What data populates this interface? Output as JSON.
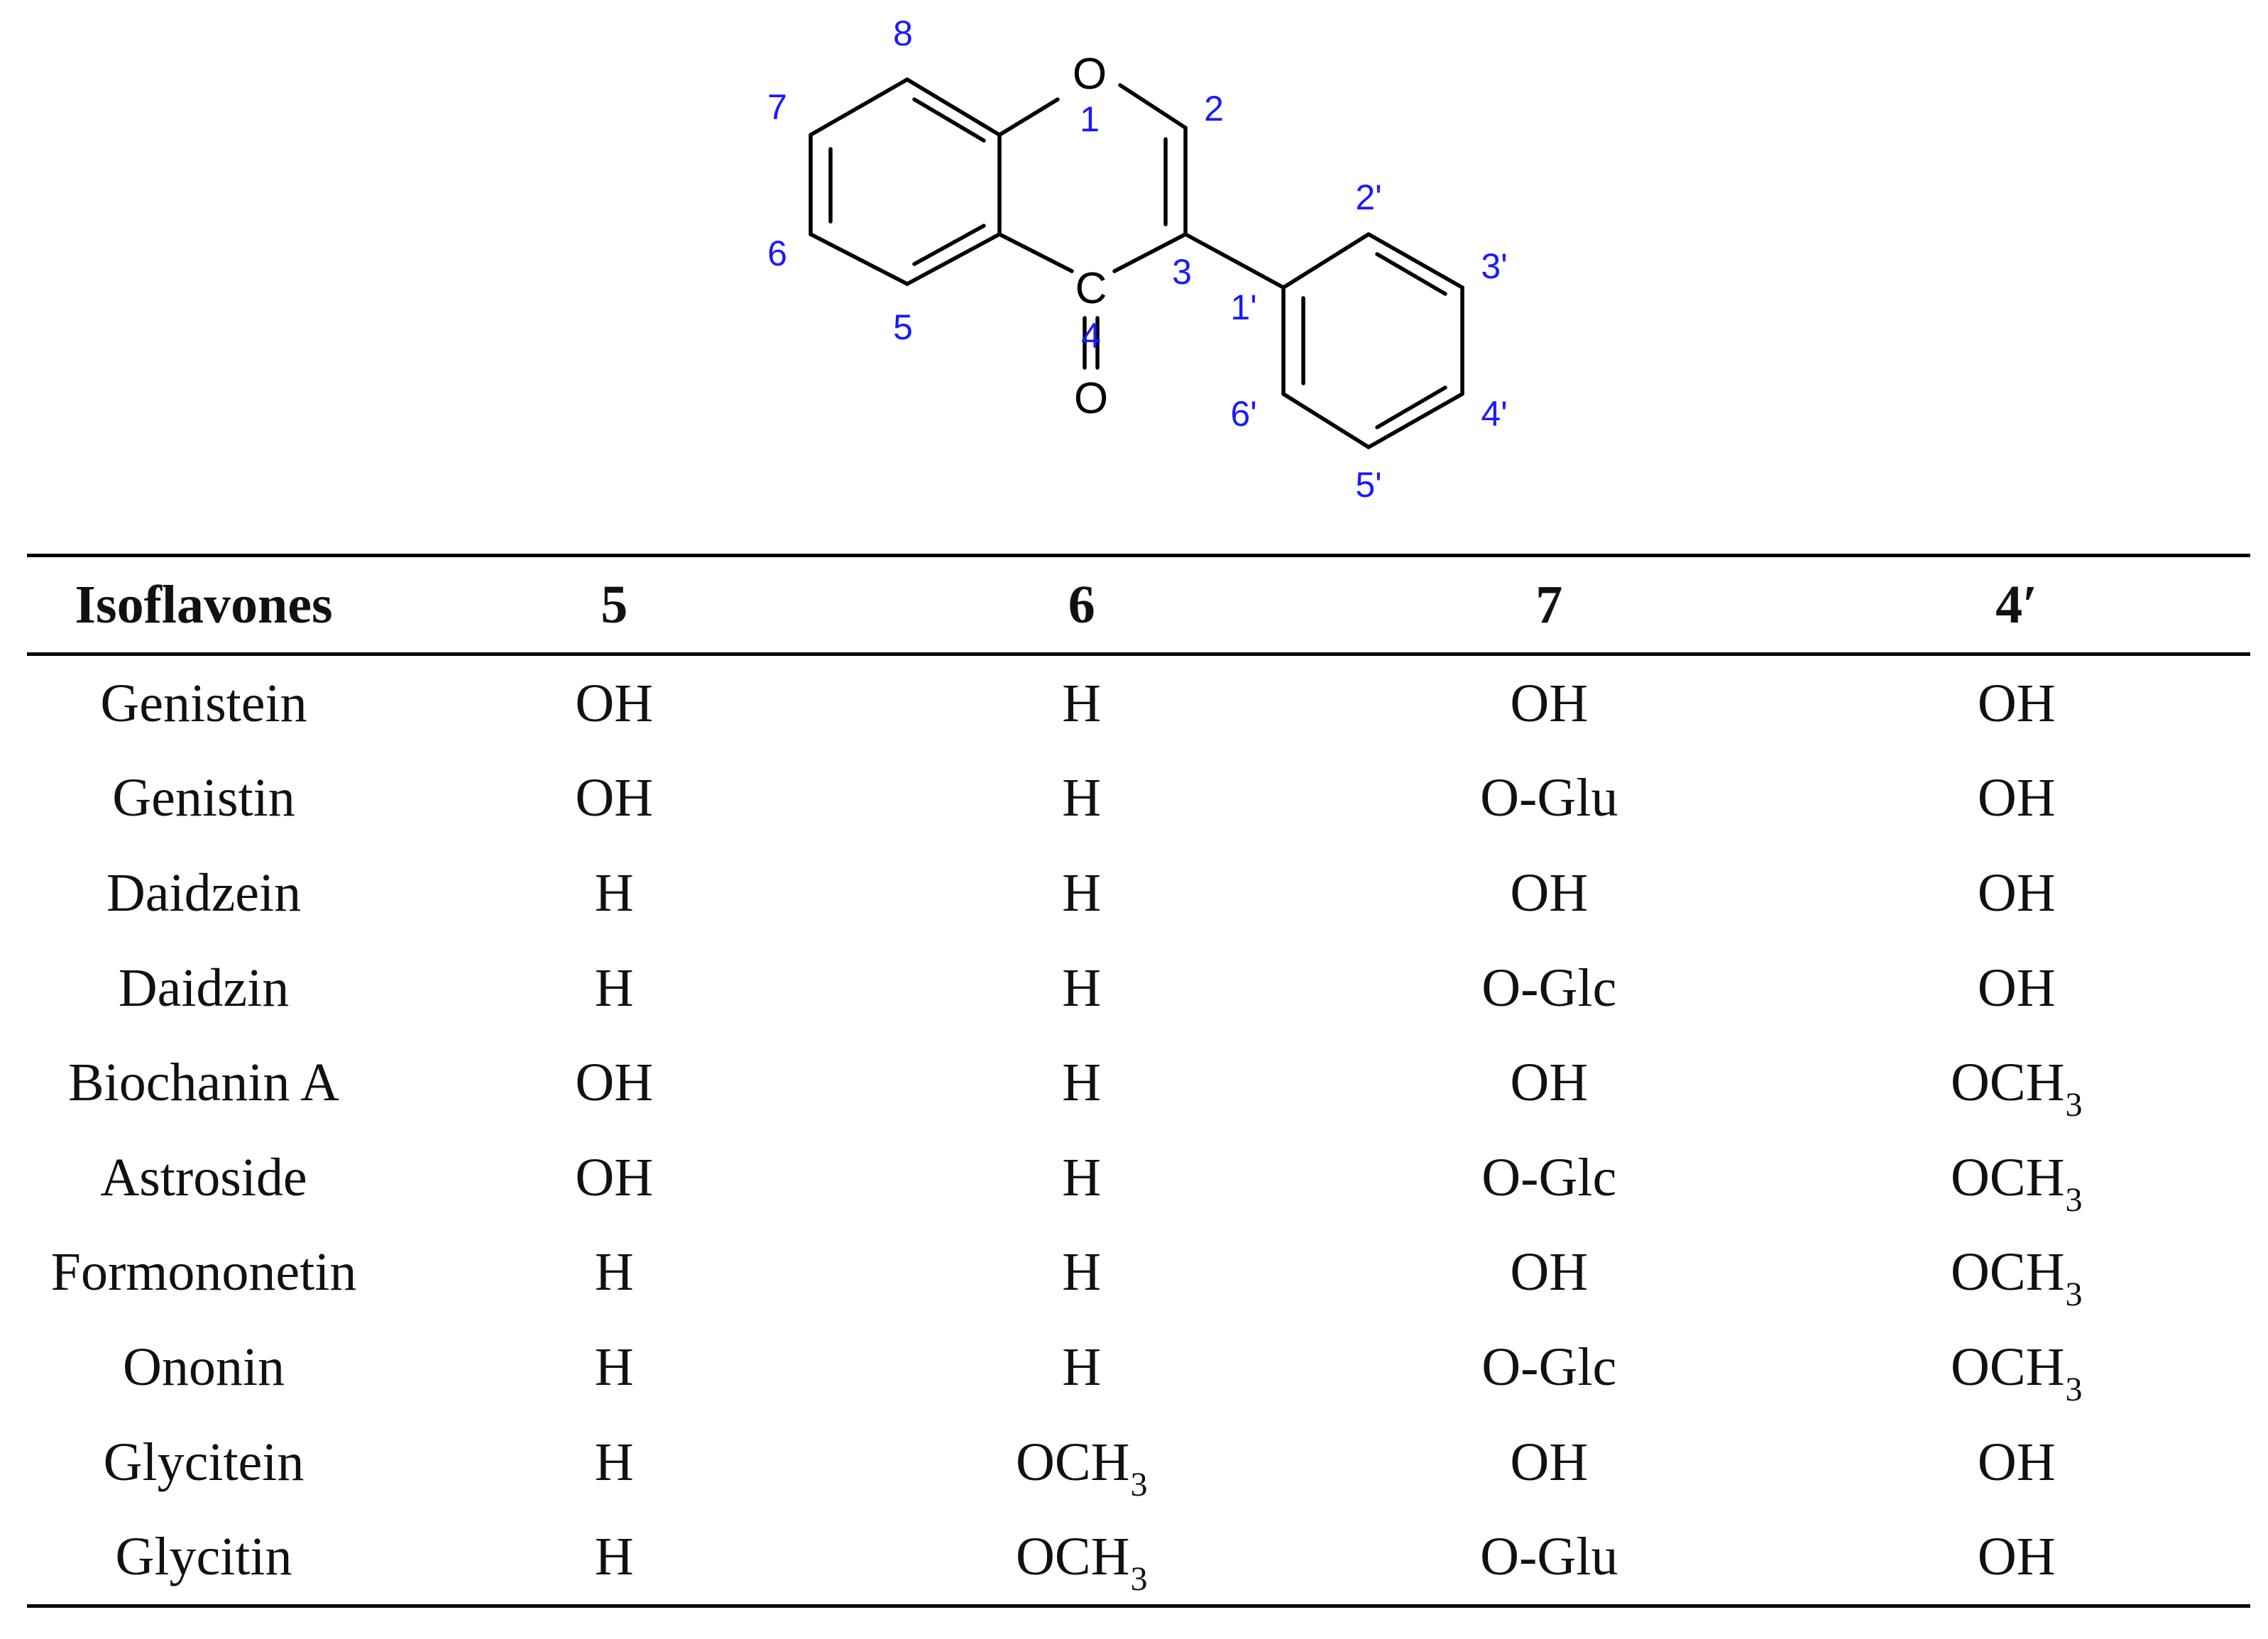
{
  "structure": {
    "atoms": {
      "o1": "O",
      "c4": "C",
      "o4": "O"
    },
    "numbers": {
      "n1": "1",
      "n2": "2",
      "n3": "3",
      "n4": "4",
      "n5": "5",
      "n6": "6",
      "n7": "7",
      "n8": "8",
      "n1p": "1'",
      "n2p": "2'",
      "n3p": "3'",
      "n4p": "4'",
      "n5p": "5'",
      "n6p": "6'"
    }
  },
  "table": {
    "headers": [
      "Isoflavones",
      "5",
      "6",
      "7",
      "4′"
    ],
    "rows": [
      [
        "Genistein",
        "OH",
        "H",
        "OH",
        "OH"
      ],
      [
        "Genistin",
        "OH",
        "H",
        "O-Glu",
        "OH"
      ],
      [
        "Daidzein",
        "H",
        "H",
        "OH",
        "OH"
      ],
      [
        "Daidzin",
        "H",
        "H",
        "O-Glc",
        "OH"
      ],
      [
        "Biochanin A",
        "OH",
        "H",
        "OH",
        "OCH3"
      ],
      [
        "Astroside",
        "OH",
        "H",
        "O-Glc",
        "OCH3"
      ],
      [
        "Formononetin",
        "H",
        "H",
        "OH",
        "OCH3"
      ],
      [
        "Ononin",
        "H",
        "H",
        "O-Glc",
        "OCH3"
      ],
      [
        "Glycitein",
        "H",
        "OCH3",
        "OH",
        "OH"
      ],
      [
        "Glycitin",
        "H",
        "OCH3",
        "O-Glu",
        "OH"
      ]
    ]
  }
}
